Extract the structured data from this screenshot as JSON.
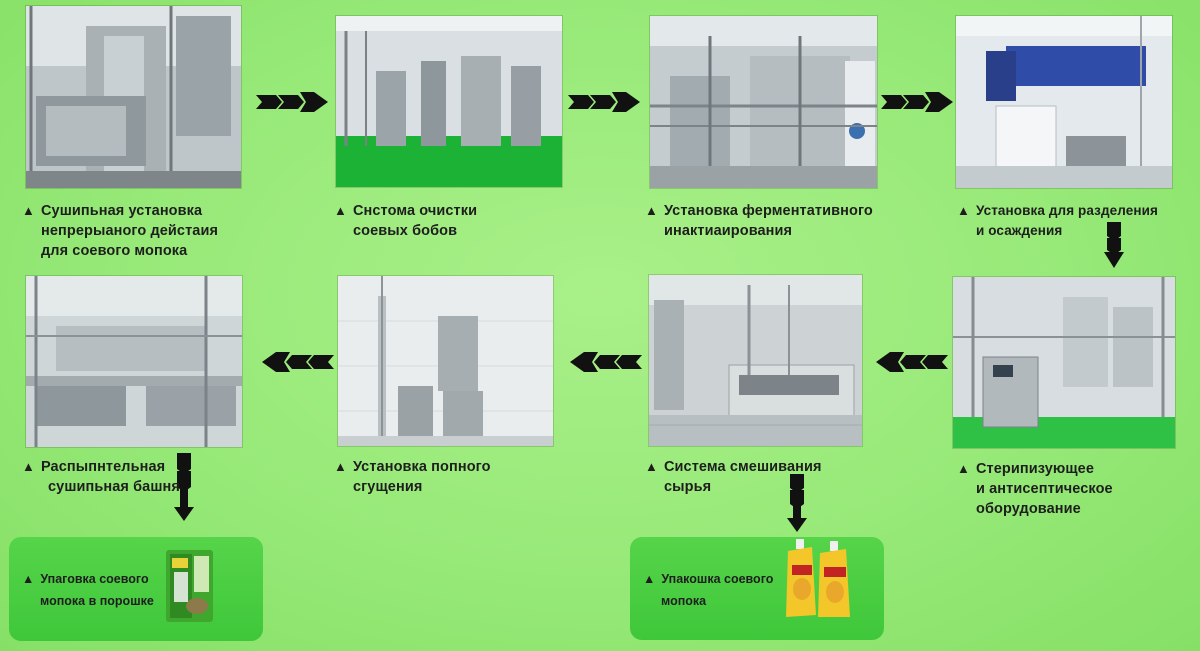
{
  "stages": [
    {
      "id": "dryer",
      "label_lines": [
        "Сушипьная установка",
        "непрерыаного дейстаия",
        "для соевого мопока"
      ]
    },
    {
      "id": "cleaning",
      "label_lines": [
        "Снстома очистки",
        "соевых бобов"
      ]
    },
    {
      "id": "enzyme",
      "label_lines": [
        "Установка ферментативного",
        "инактиаирования"
      ]
    },
    {
      "id": "separation",
      "label_lines": [
        "Установка для разделения",
        "и осаждения"
      ]
    },
    {
      "id": "sterilizing",
      "label_lines": [
        "Стерипизующее",
        "и антисептическое",
        "оборудование"
      ]
    },
    {
      "id": "mixing",
      "label_lines": [
        "Система смешивания",
        "сырья"
      ]
    },
    {
      "id": "concentration",
      "label_lines": [
        "Установка попного",
        "сгущения"
      ]
    },
    {
      "id": "spray",
      "label_lines": [
        "Распыпнтельная",
        "сушипьная башня"
      ]
    }
  ],
  "packaging": [
    {
      "id": "powder",
      "label_lines": [
        "Упаговка соевого",
        "мопока в порошке"
      ]
    },
    {
      "id": "liquid",
      "label_lines": [
        "Упакошка соевого",
        "мопока"
      ]
    }
  ],
  "bullet": "▲",
  "colors": {
    "background": "#97e978",
    "package_box": "#4ccf43",
    "floor_green": "#1fc43a",
    "arrow": "#111111"
  }
}
